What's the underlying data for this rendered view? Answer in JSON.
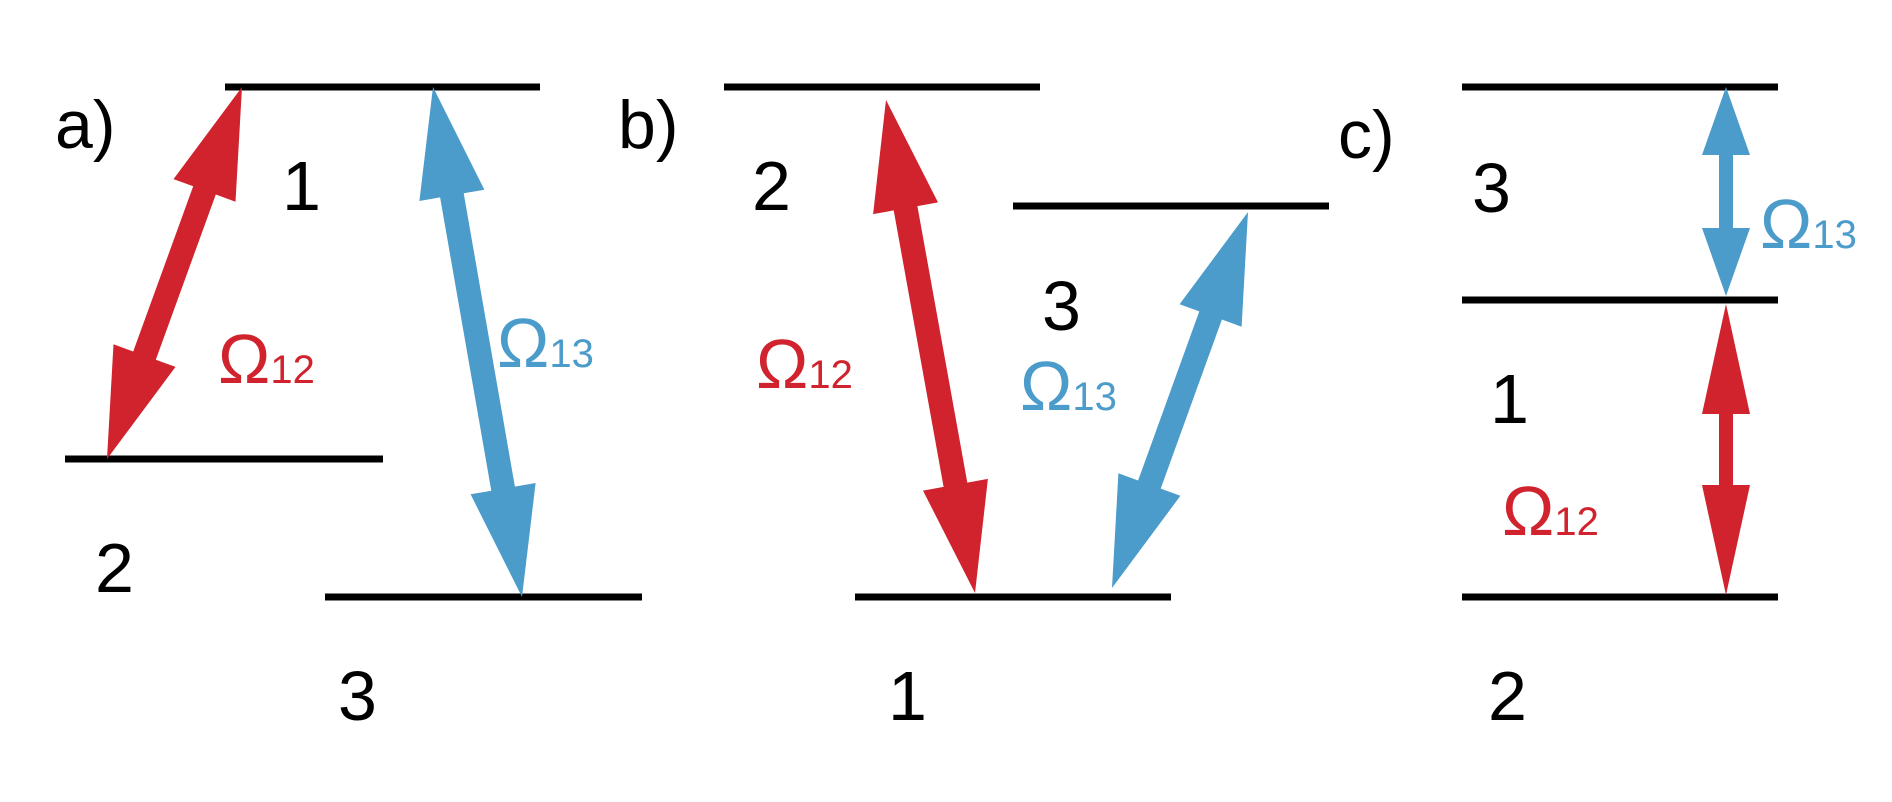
{
  "colors": {
    "red": "#D0232D",
    "blue": "#4B9BCB",
    "line": "#000000"
  },
  "panels": [
    {
      "id": "a",
      "tag": "a)",
      "levels": [
        "1",
        "2",
        "3"
      ],
      "couplings": [
        {
          "symbol": "Ω",
          "sub": "12",
          "color": "red"
        },
        {
          "symbol": "Ω",
          "sub": "13",
          "color": "blue"
        }
      ]
    },
    {
      "id": "b",
      "tag": "b)",
      "levels": [
        "2",
        "3",
        "1"
      ],
      "couplings": [
        {
          "symbol": "Ω",
          "sub": "12",
          "color": "red"
        },
        {
          "symbol": "Ω",
          "sub": "13",
          "color": "blue"
        }
      ]
    },
    {
      "id": "c",
      "tag": "c)",
      "levels": [
        "3",
        "1",
        "2"
      ],
      "couplings": [
        {
          "symbol": "Ω",
          "sub": "13",
          "color": "blue"
        },
        {
          "symbol": "Ω",
          "sub": "12",
          "color": "red"
        }
      ]
    }
  ]
}
